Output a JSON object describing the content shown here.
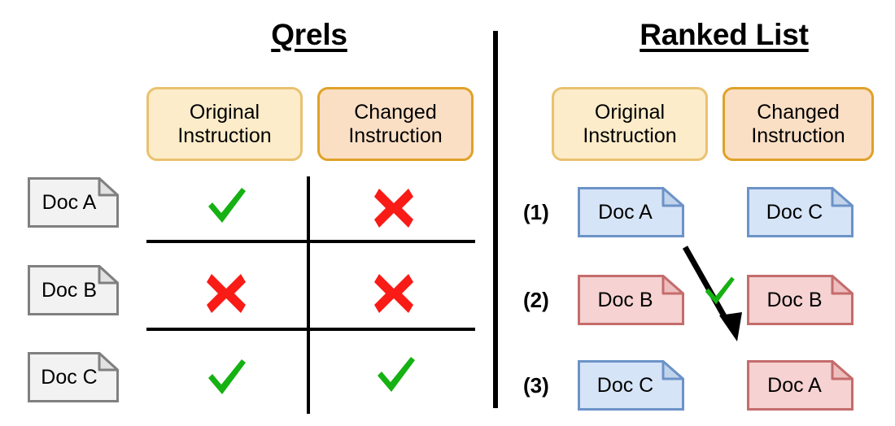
{
  "colors": {
    "original_pill_fill": "#FCECC9",
    "original_pill_border": "#EAC171",
    "changed_pill_fill": "#FADFC5",
    "changed_pill_border": "#E0A128",
    "doc_grey_fill": "#F2F2F2",
    "doc_grey_border": "#808080",
    "doc_blue_fill": "#D6E4F7",
    "doc_blue_border": "#6C93C8",
    "doc_red_fill": "#F6D2D2",
    "doc_red_border": "#C56C6C",
    "check_green": "#16B112",
    "cross_red": "#F91B16",
    "line_black": "#000000"
  },
  "panels": {
    "qrels": {
      "title": "Qrels",
      "columns": [
        {
          "id": "original",
          "label_line1": "Original",
          "label_line2": "Instruction"
        },
        {
          "id": "changed",
          "label_line1": "Changed",
          "label_line2": "Instruction"
        }
      ],
      "rows": [
        {
          "doc": "Doc A",
          "original": "check",
          "changed": "cross"
        },
        {
          "doc": "Doc B",
          "original": "cross",
          "changed": "cross"
        },
        {
          "doc": "Doc C",
          "original": "check",
          "changed": "check"
        }
      ]
    },
    "ranked_list": {
      "title": "Ranked List",
      "columns": [
        {
          "id": "original",
          "label_line1": "Original",
          "label_line2": "Instruction"
        },
        {
          "id": "changed",
          "label_line1": "Changed",
          "label_line2": "Instruction"
        }
      ],
      "ranks": [
        "(1)",
        "(2)",
        "(3)"
      ],
      "original_column_docs": [
        {
          "label": "Doc A",
          "style": "blue"
        },
        {
          "label": "Doc B",
          "style": "red"
        },
        {
          "label": "Doc C",
          "style": "blue"
        }
      ],
      "changed_column_docs": [
        {
          "label": "Doc C",
          "style": "blue"
        },
        {
          "label": "Doc B",
          "style": "red"
        },
        {
          "label": "Doc A",
          "style": "red"
        }
      ],
      "annotation": {
        "arrow": "demotion-arrow",
        "mark": "check"
      }
    }
  },
  "icons": {
    "check": "check-icon",
    "cross": "cross-icon",
    "document": "document-icon",
    "arrow": "arrow-down-right-icon"
  }
}
